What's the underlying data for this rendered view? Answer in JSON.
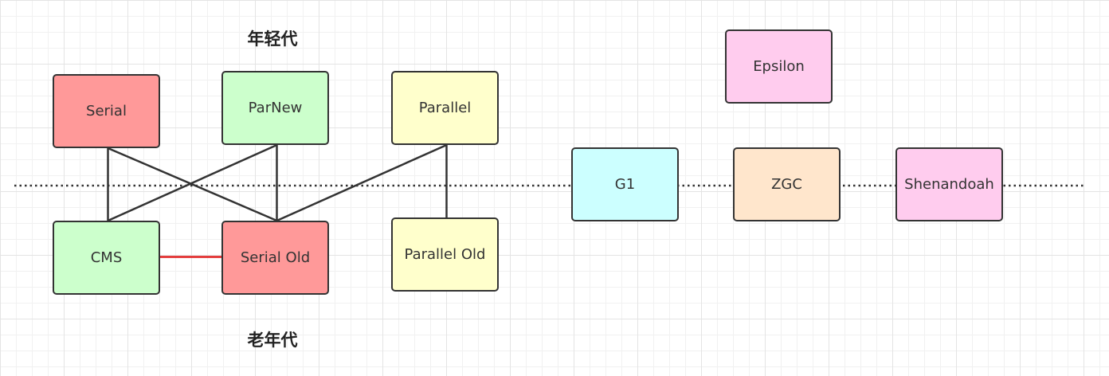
{
  "labels": {
    "young_generation": "年轻代",
    "old_generation": "老年代"
  },
  "nodes": {
    "serial": {
      "label": "Serial",
      "fill": "#ff9999"
    },
    "parnew": {
      "label": "ParNew",
      "fill": "#ccffcc"
    },
    "parallel": {
      "label": "Parallel",
      "fill": "#ffffcc"
    },
    "cms": {
      "label": "CMS",
      "fill": "#ccffcc"
    },
    "serial_old": {
      "label": "Serial Old",
      "fill": "#ff9999"
    },
    "parallel_old": {
      "label": "Parallel Old",
      "fill": "#ffffcc"
    },
    "g1": {
      "label": "G1",
      "fill": "#ccffff"
    },
    "zgc": {
      "label": "ZGC",
      "fill": "#ffe6cc"
    },
    "shenandoah": {
      "label": "Shenandoah",
      "fill": "#ffccee"
    },
    "epsilon": {
      "label": "Epsilon",
      "fill": "#ffccee"
    }
  },
  "colors": {
    "connector": "#333333",
    "fallback_connector": "#e02020",
    "generation_divider": "#333333"
  },
  "connections": [
    {
      "from": "serial",
      "to": "cms"
    },
    {
      "from": "serial",
      "to": "serial_old"
    },
    {
      "from": "parnew",
      "to": "cms"
    },
    {
      "from": "parnew",
      "to": "serial_old"
    },
    {
      "from": "parallel",
      "to": "serial_old"
    },
    {
      "from": "parallel",
      "to": "parallel_old"
    },
    {
      "from": "cms",
      "to": "serial_old",
      "style": "fallback"
    }
  ]
}
